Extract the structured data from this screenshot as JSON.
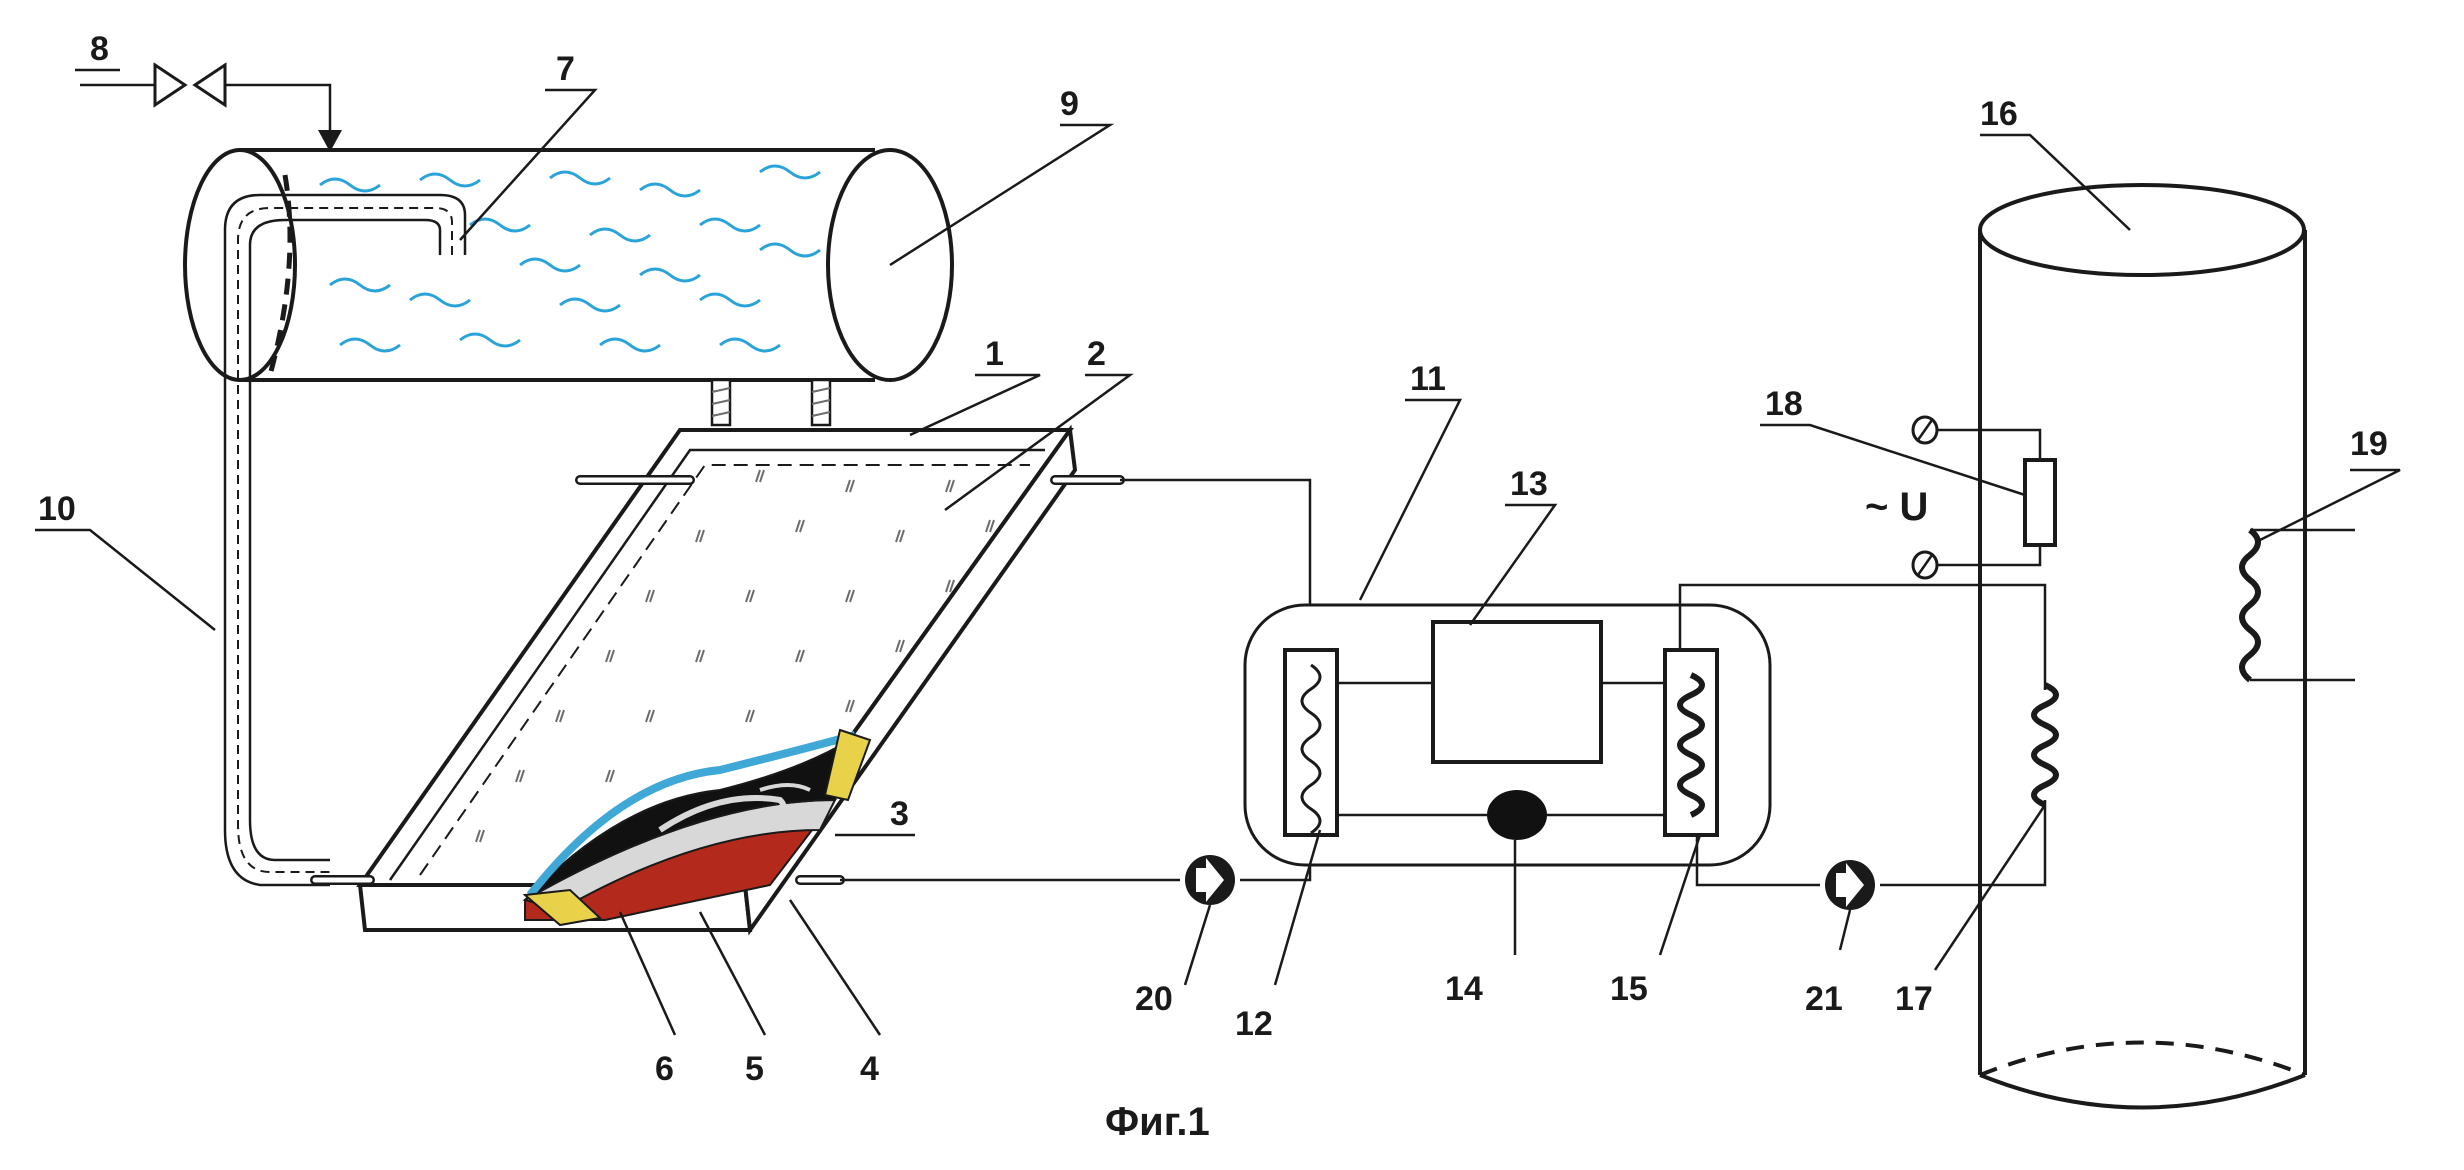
{
  "figure": {
    "caption": "Фиг.1",
    "voltage_label": "~ U",
    "callouts": [
      {
        "id": "c1",
        "text": "1"
      },
      {
        "id": "c2",
        "text": "2"
      },
      {
        "id": "c3",
        "text": "3"
      },
      {
        "id": "c4",
        "text": "4"
      },
      {
        "id": "c5",
        "text": "5"
      },
      {
        "id": "c6",
        "text": "6"
      },
      {
        "id": "c7",
        "text": "7"
      },
      {
        "id": "c8",
        "text": "8"
      },
      {
        "id": "c9",
        "text": "9"
      },
      {
        "id": "c10",
        "text": "10"
      },
      {
        "id": "c11",
        "text": "11"
      },
      {
        "id": "c12",
        "text": "12"
      },
      {
        "id": "c13",
        "text": "13"
      },
      {
        "id": "c14",
        "text": "14"
      },
      {
        "id": "c15",
        "text": "15"
      },
      {
        "id": "c16",
        "text": "16"
      },
      {
        "id": "c17",
        "text": "17"
      },
      {
        "id": "c18",
        "text": "18"
      },
      {
        "id": "c19",
        "text": "19"
      },
      {
        "id": "c20",
        "text": "20"
      },
      {
        "id": "c21",
        "text": "21"
      }
    ]
  },
  "colors": {
    "water": "#2aa3d8",
    "absorber_black": "#111111",
    "insulation_red": "#b32a1c",
    "insulation_light": "#d8d8d8",
    "seal_yellow": "#e8d24a",
    "glass_blue": "#3fa8d6"
  }
}
